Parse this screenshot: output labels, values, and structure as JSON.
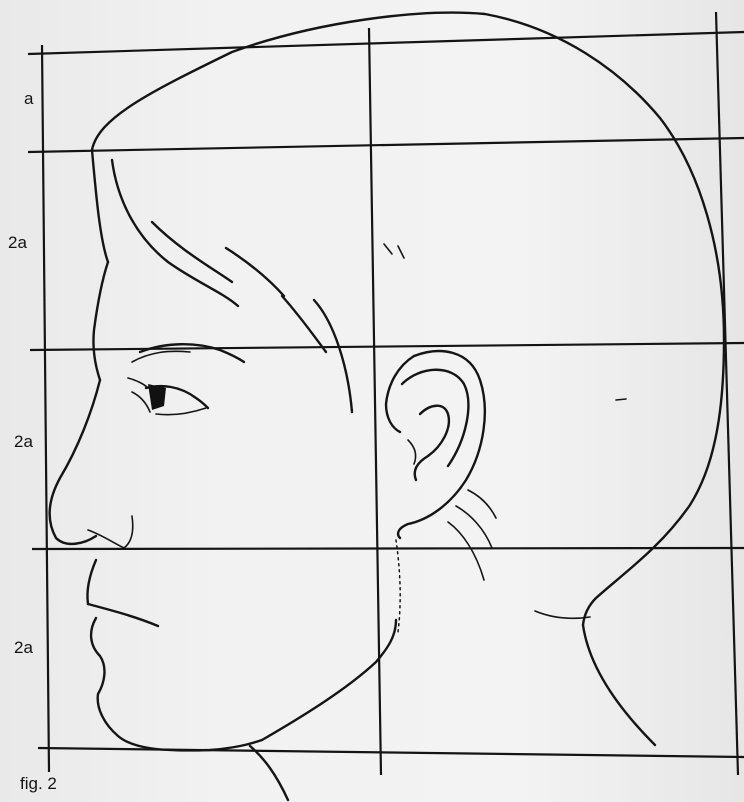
{
  "proportion_labels": [
    "a",
    "2a",
    "2a",
    "2a"
  ],
  "caption": "fig. 2",
  "colors": {
    "paper": "#eeeeee",
    "ink": "#141414"
  }
}
